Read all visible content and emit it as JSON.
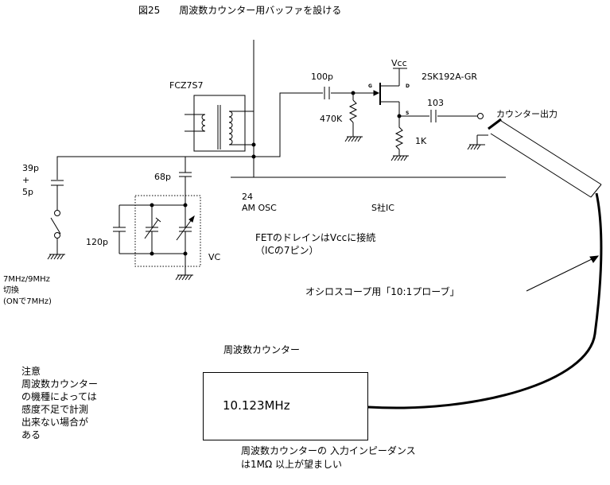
{
  "title": "図25　　周波数カウンター用バッファを設ける",
  "labels": {
    "fcz": "FCZ7S7",
    "c100p": "100p",
    "r470k": "470K",
    "vcc": "Vcc",
    "fet": "2SK192A-GR",
    "pin_g": "G",
    "pin_d": "D",
    "pin_s": "S",
    "c103": "103",
    "r1k": "1K",
    "counter_out": "カウンター出力",
    "c39p": "39p\n+\n5p",
    "c68p": "68p",
    "c120p": "120p",
    "vc": "VC",
    "osc": "24\nAM OSC",
    "ic": "S社IC",
    "fet_note": "FETのドレインはVccに接続\n（ICの7ピン）",
    "switch_note": "7MHz/9MHz\n切換\n(ONで7MHz)",
    "probe": "オシロスコープ用「10:1プローブ」",
    "counter_title": "周波数カウンター",
    "counter_reading": "10.123MHz",
    "caution": "注意\n周波数カウンター\nの機種によっては\n感度不足で計測\n出来ない場合が\nある",
    "impedance_note": "周波数カウンターの 入力インピーダンス\nは1MΩ 以上が望ましい"
  }
}
